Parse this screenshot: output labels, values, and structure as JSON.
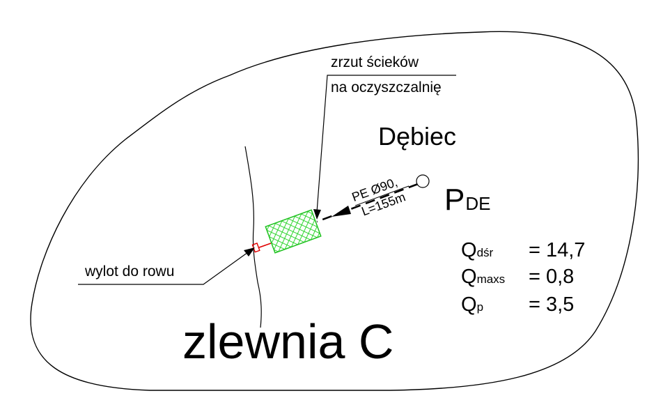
{
  "labels": {
    "catchment": "zlewnia C",
    "locality": "Dębiec",
    "station_main": "P",
    "station_sub": "DE",
    "pipe_line1": "PE Ø90,",
    "pipe_line2": "L=155m",
    "callout_discharge_line1": "zrzut ścieków",
    "callout_discharge_line2": "na oczyszczalnię",
    "callout_outlet": "wylot do rowu"
  },
  "flows": [
    {
      "symbol": "Q",
      "subscript": "dśr",
      "value": "= 14,7"
    },
    {
      "symbol": "Q",
      "subscript": "maxs",
      "value": "= 0,8"
    },
    {
      "symbol": "Q",
      "subscript": "p",
      "value": "= 3,5"
    }
  ],
  "colors": {
    "line": "#000000",
    "treatment_fill": "#3be03b",
    "outlet": "#e00000"
  }
}
